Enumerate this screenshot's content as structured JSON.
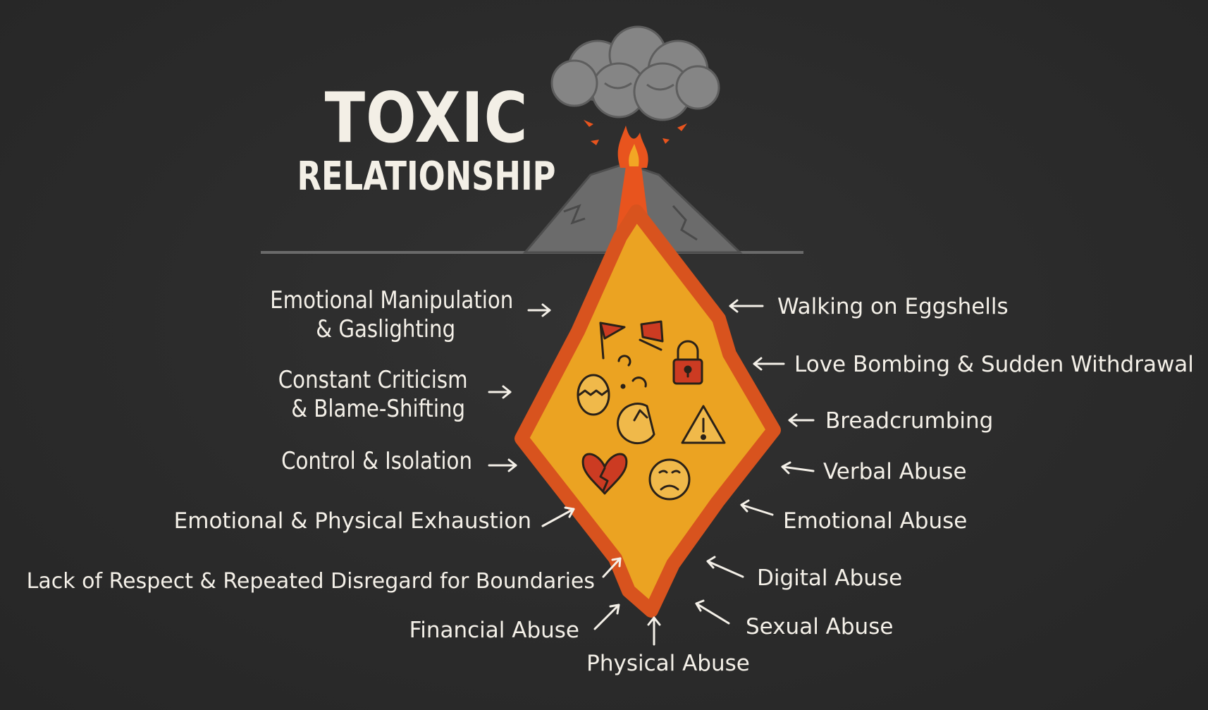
{
  "title": {
    "main": "TOXIC",
    "sub": "RELATIONSHIP"
  },
  "labels_left": [
    "Emotional Manipulation",
    "& Gaslighting",
    "Constant Criticism",
    "& Blame-Shifting",
    "Control & Isolation",
    "Emotional & Physical Exhaustion",
    "Lack of Respect & Repeated Disregard for Boundaries",
    "Financial Abuse"
  ],
  "labels_right": [
    "Walking on Eggshells",
    "Love Bombing & Sudden Withdrawal",
    "Breadcrumbing",
    "Verbal Abuse",
    "Emotional Abuse",
    "Digital Abuse",
    "Sexual Abuse"
  ],
  "label_bottom": "Physical Abuse",
  "icons": [
    "red-flag-icon",
    "red-flag-icon",
    "lock-icon",
    "confused-face-icon",
    "cracked-egg-icon",
    "broken-pie-icon",
    "warning-icon",
    "broken-heart-icon",
    "sad-face-icon",
    "volcano-icon",
    "smoke-cloud-icon"
  ],
  "colors": {
    "background": "#2b2b2b",
    "text": "#f4f0e8",
    "magma_fill": "#eba322",
    "magma_border": "#d8531e",
    "lava": "#e8541e",
    "mountain": "#6d6d6d",
    "smoke": "#8a8a8a",
    "icon_red": "#cc3b22",
    "icon_stroke": "#2a2118"
  }
}
